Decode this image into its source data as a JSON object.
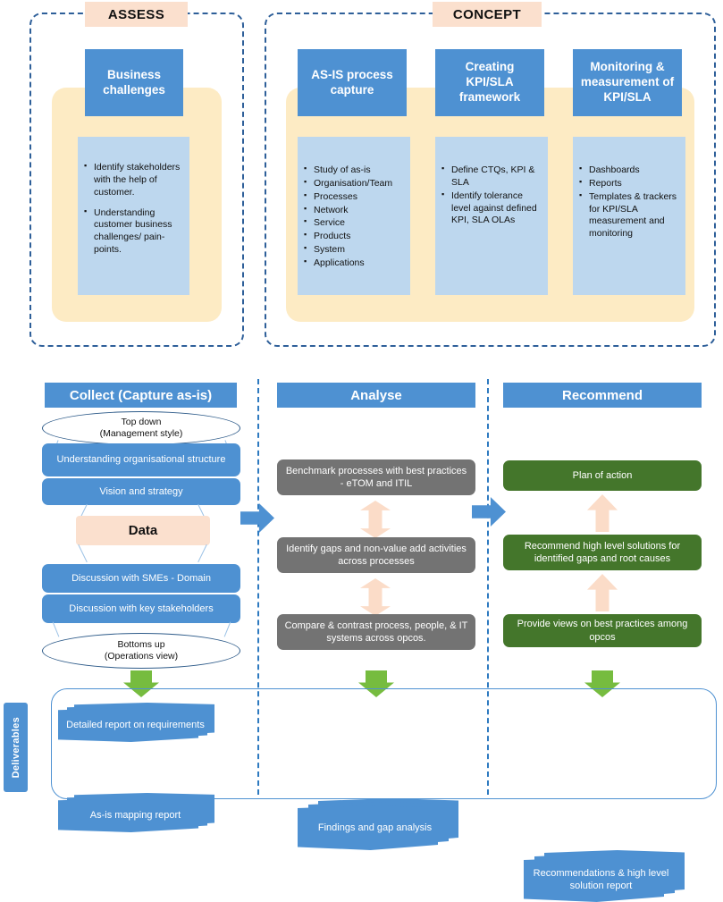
{
  "phases": [
    {
      "title": "ASSESS",
      "cards": [
        {
          "heading": "Business challenges",
          "bullets": [
            "Identify stakeholders with the help of customer.",
            "Understanding customer business challenges/  pain-points."
          ]
        }
      ]
    },
    {
      "title": "CONCEPT",
      "cards": [
        {
          "heading": "AS-IS process capture",
          "bullets": [
            "Study of as-is",
            "Organisation/Team",
            "Processes",
            "Network",
            "Service",
            "Products",
            "System",
            "Applications"
          ]
        },
        {
          "heading": "Creating KPI/SLA framework",
          "bullets": [
            "Define CTQs, KPI & SLA",
            "Identify tolerance level against defined KPI, SLA OLAs"
          ]
        },
        {
          "heading": "Monitoring & measurement of KPI/SLA",
          "bullets": [
            "Dashboards",
            "Reports",
            "Templates & trackers for KPI/SLA measurement and monitoring"
          ]
        }
      ]
    }
  ],
  "columns": {
    "collect": {
      "title": "Collect (Capture as-is)",
      "top_ellipse_line1": "Top down",
      "top_ellipse_line2": "(Management style)",
      "step1": "Understanding organisational structure",
      "step2": "Vision and strategy",
      "data_label": "Data",
      "step3": "Discussion with SMEs - Domain",
      "step4": "Discussion with key stakeholders",
      "bottom_ellipse_line1": "Bottoms up",
      "bottom_ellipse_line2": "(Operations view)"
    },
    "analyse": {
      "title": "Analyse",
      "step1": "Benchmark processes with best practices - eTOM and ITIL",
      "step2": "Identify gaps and non-value add activities across processes",
      "step3": "Compare & contrast process, people, & IT systems across opcos."
    },
    "recommend": {
      "title": "Recommend",
      "step1": "Plan of action",
      "step2": "Recommend high level solutions for identified gaps and root causes",
      "step3": "Provide views on best practices among opcos"
    }
  },
  "deliverables": {
    "tab_label": "Deliverables",
    "items": [
      "Detailed report on requirements",
      "As-is mapping report",
      "Findings and gap analysis",
      "Recommendations & high level solution report"
    ]
  },
  "colors": {
    "blue": "#4E91D2",
    "light_blue": "#BDD7EE",
    "cream": "#FDEBC4",
    "peach": "#FBE0CE",
    "grey": "#737373",
    "green": "#44762B",
    "green_arrow": "#76BC3F",
    "dash_border": "#2e5f99"
  }
}
